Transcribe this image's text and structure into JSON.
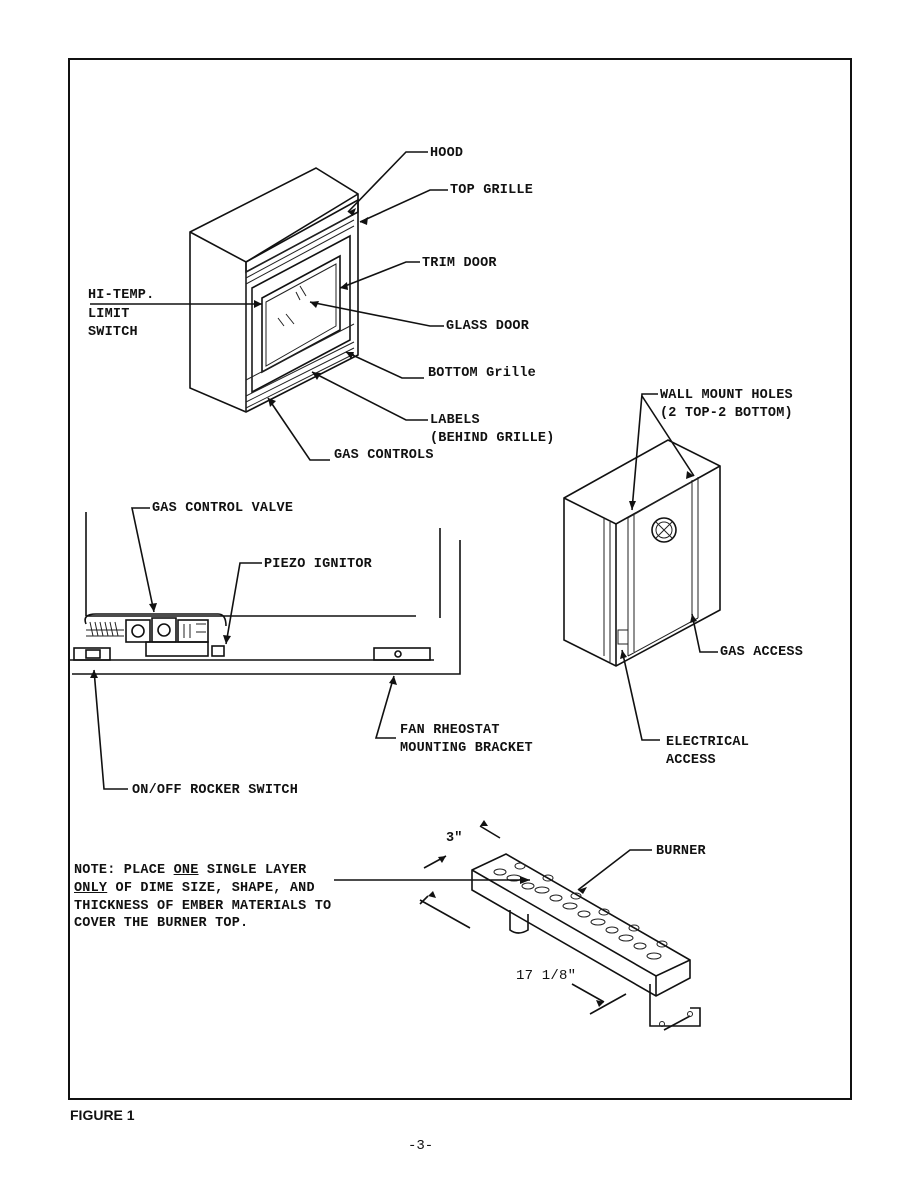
{
  "labels": {
    "hood": "HOOD",
    "top_grille": "TOP GRILLE",
    "trim_door": "TRIM DOOR",
    "hi_temp_line1": "HI-TEMP.",
    "hi_temp_line2": "LIMIT",
    "hi_temp_line3": "SWITCH",
    "glass_door": "GLASS DOOR",
    "bottom_grille": "BOTTOM Grille",
    "labels_line1": "LABELS",
    "labels_line2": "(BEHIND GRILLE)",
    "gas_controls": "GAS CONTROLS",
    "wall_mount_line1": "WALL MOUNT HOLES",
    "wall_mount_line2": "(2 TOP-2 BOTTOM)",
    "gas_control_valve": "GAS CONTROL VALVE",
    "piezo_ignitor": "PIEZO IGNITOR",
    "gas_access": "GAS ACCESS",
    "fan_rheostat_line1": "FAN RHEOSTAT",
    "fan_rheostat_line2": "MOUNTING BRACKET",
    "electrical_line1": "ELECTRICAL",
    "electrical_line2": "ACCESS",
    "rocker_switch": "ON/OFF ROCKER SWITCH",
    "burner": "BURNER",
    "dim_width": "3\"",
    "dim_length": "17 1/8\"",
    "note_line1_a": "NOTE: PLACE ",
    "note_line1_b": "ONE",
    "note_line1_c": " SINGLE LAYER",
    "note_line2_a": "ONLY",
    "note_line2_b": " OF DIME SIZE, SHAPE, AND",
    "note_line3": "THICKNESS OF EMBER MATERIALS TO",
    "note_line4": "COVER THE BURNER TOP."
  },
  "caption": "FIGURE 1",
  "page_number": "-3-"
}
